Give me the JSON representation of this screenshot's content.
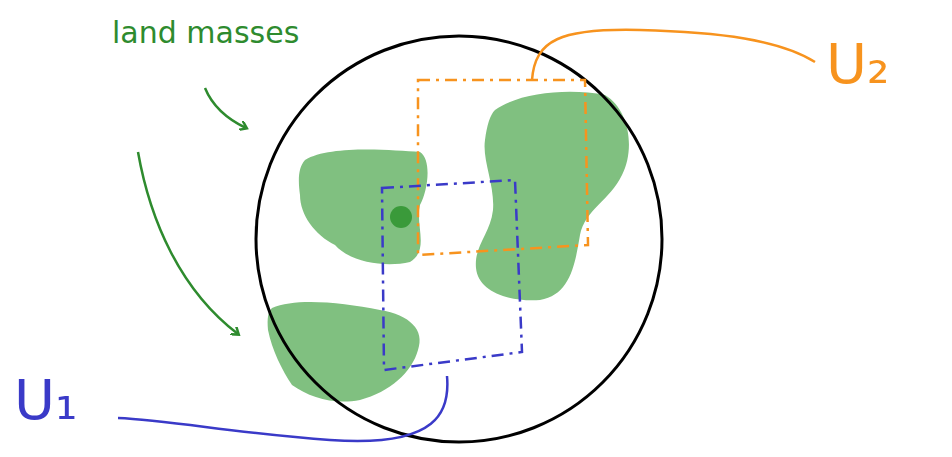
{
  "diagram": {
    "labels": [
      "land masses",
      "U₁",
      "U₂"
    ]
  }
}
